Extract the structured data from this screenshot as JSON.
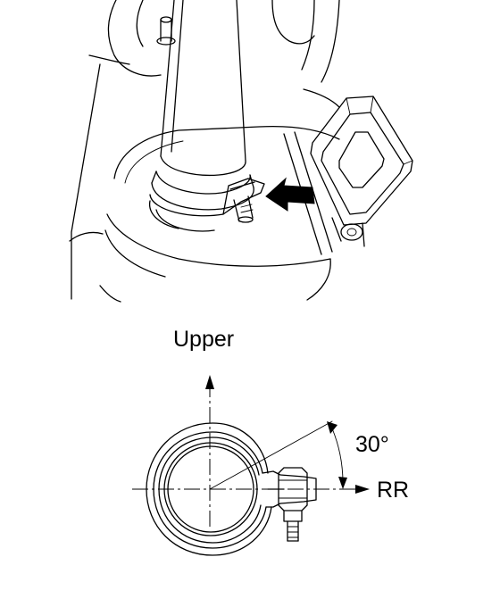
{
  "diagram": {
    "label_upper": "Upper",
    "label_angle": "30°",
    "label_direction": "RR",
    "clamp_angle_deg": 30
  },
  "colors": {
    "line": "#000000",
    "background": "#ffffff"
  }
}
